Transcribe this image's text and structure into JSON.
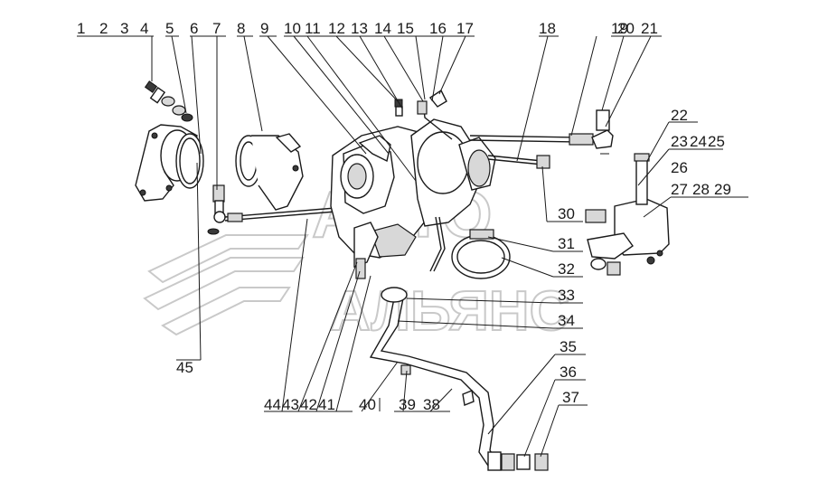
{
  "watermark": {
    "line1": "АВТО",
    "line2": "АЛЬЯНС"
  },
  "callouts": {
    "top_row": [
      "1",
      "2",
      "3",
      "4",
      "5",
      "6",
      "7",
      "8",
      "9",
      "10",
      "11",
      "12",
      "13",
      "14",
      "15",
      "16",
      "17",
      "18",
      "19",
      "20",
      "21"
    ],
    "right_side": [
      "22",
      "23",
      "24",
      "25",
      "26",
      "27",
      "28",
      "29",
      "30",
      "31",
      "32",
      "33",
      "34",
      "35",
      "36",
      "37"
    ],
    "bottom_row": [
      "44",
      "43",
      "42",
      "41",
      "40",
      "39",
      "38"
    ],
    "left_side": [
      "45"
    ]
  },
  "colors": {
    "line": "#1a1a1a",
    "watermark": "#c9c9c9",
    "background": "#ffffff"
  }
}
